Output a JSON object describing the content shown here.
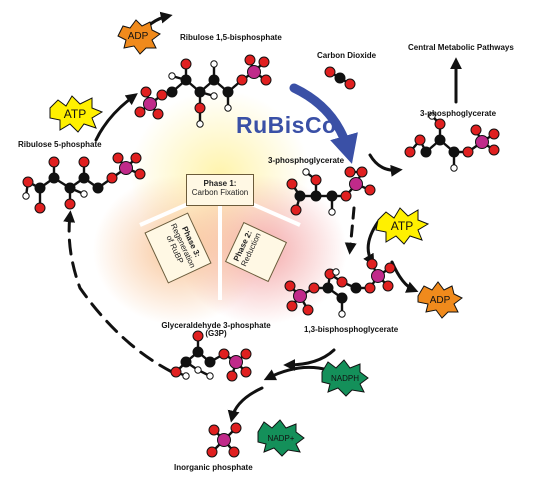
{
  "title": "",
  "enzyme": {
    "name": "RuBisCo",
    "color": "#3a50a6"
  },
  "molecules": {
    "rubp": "Ribulose 1,5-bisphosphate",
    "co2": "Carbon Dioxide",
    "central": "Central Metabolic Pathways",
    "pga_out": "3-phosphoglycerate",
    "pga": "3-phosphoglycerate",
    "r5p": "Ribulose 5-phosphate",
    "bpg": "1,3-bisphosphoglycerate",
    "g3p": "Glyceraldehyde 3-phosphate",
    "g3p_abbr": "(G3P)",
    "pi": "Inorganic phosphate"
  },
  "badges": {
    "atp_top": "ATP",
    "adp_top": "ADP",
    "atp_right": "ATP",
    "adp_right": "ADP",
    "nadph": "NADPH",
    "nadp": "NADP+"
  },
  "phases": [
    {
      "title": "Phase 1:",
      "text": "Carbon Fixation",
      "color": "#fff3a8"
    },
    {
      "title": "Phase 2:",
      "text": "Reduction",
      "color": "#f8c0c0"
    },
    {
      "title": "Phase 3:",
      "text": "Regeneration of RuBP",
      "color": "#fad6b0"
    }
  ],
  "colors": {
    "carbon": "#111111",
    "oxygen": "#e02020",
    "phosphorus": "#c02a8a",
    "hydrogen": "#ffffff",
    "atp_fill": "#fff000",
    "adp_fill": "#f08a1c",
    "nadph_fill": "#14905a"
  }
}
